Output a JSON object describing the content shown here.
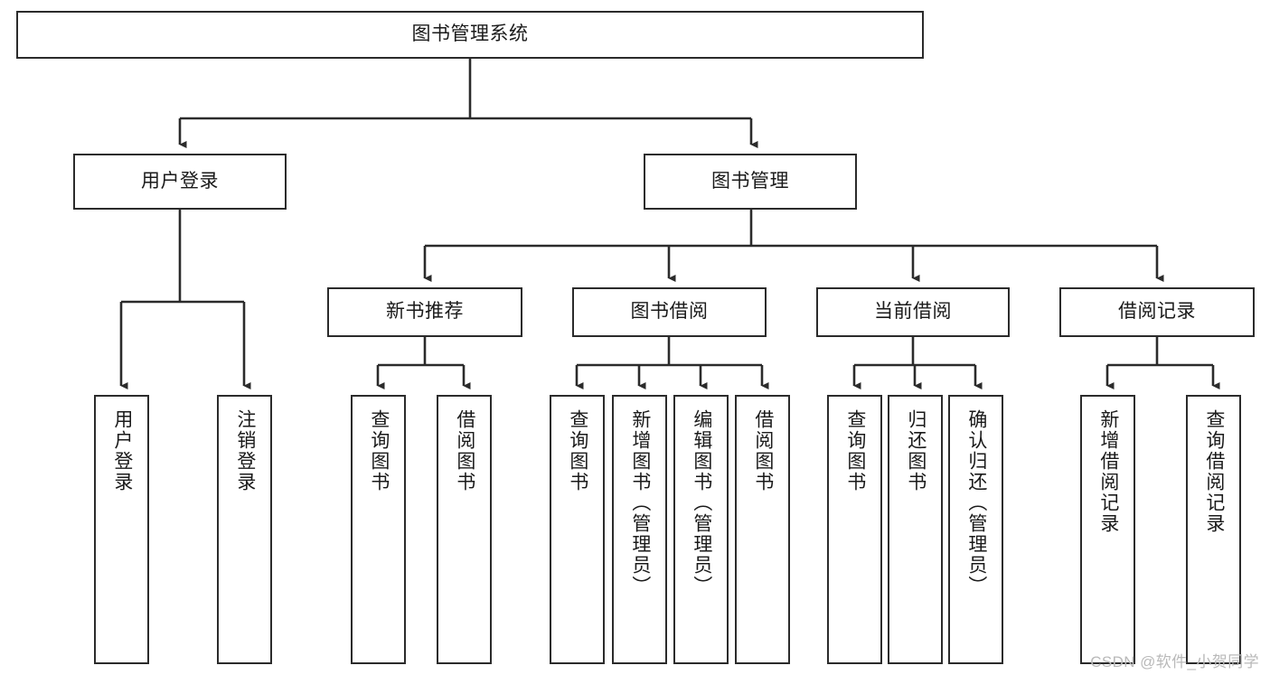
{
  "diagram": {
    "title": "图书管理系统",
    "type": "tree-hierarchy-chart",
    "stroke_color": "#2b2b2b",
    "background_color": "#ffffff",
    "nodes": {
      "root": {
        "label": "图书管理系统"
      },
      "level2": [
        {
          "label": "用户登录"
        },
        {
          "label": "图书管理"
        }
      ],
      "level3": [
        {
          "label": "新书推荐"
        },
        {
          "label": "图书借阅"
        },
        {
          "label": "当前借阅"
        },
        {
          "label": "借阅记录"
        }
      ],
      "leaves_user_login": [
        {
          "label": "用户登录"
        },
        {
          "label": "注销登录"
        }
      ],
      "leaves_new_book": [
        {
          "label": "查询图书"
        },
        {
          "label": "借阅图书"
        }
      ],
      "leaves_borrow": [
        {
          "label": "查询图书"
        },
        {
          "label": "新增图书（管理员）"
        },
        {
          "label": "编辑图书（管理员）"
        },
        {
          "label": "借阅图书"
        }
      ],
      "leaves_current": [
        {
          "label": "查询图书"
        },
        {
          "label": "归还图书"
        },
        {
          "label": "确认归还（管理员）"
        }
      ],
      "leaves_records": [
        {
          "label": "新增借阅记录"
        },
        {
          "label": "查询借阅记录"
        }
      ]
    }
  },
  "watermark": {
    "text": "CSDN @软件_小贺同学"
  }
}
